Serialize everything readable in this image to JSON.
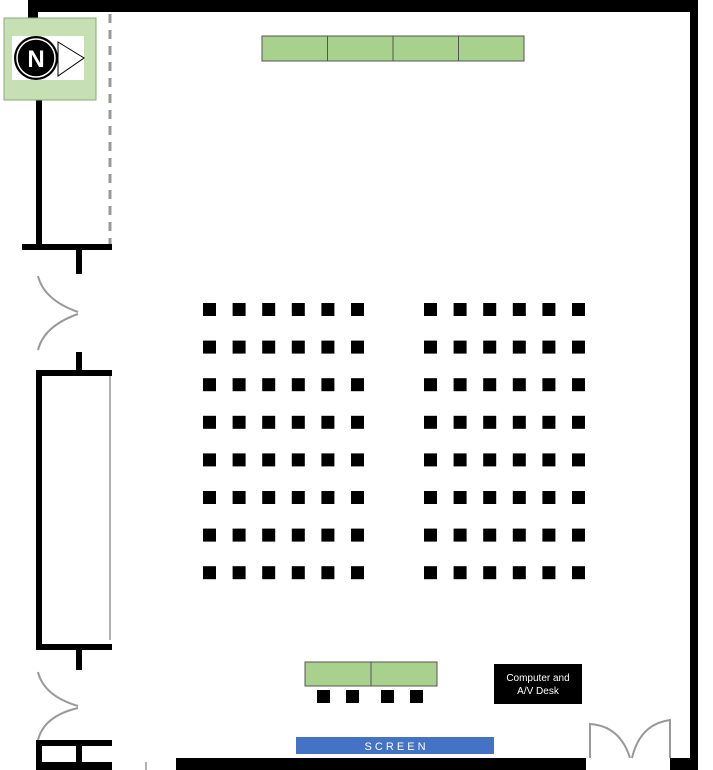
{
  "compass": {
    "letter": "N",
    "icon": "north-arrow-icon",
    "fill": "#c6e0b4"
  },
  "room": {
    "wall_color": "#000000",
    "background": "#ffffff"
  },
  "tables": {
    "fill": "#a9d18e",
    "top_row_segments": 4,
    "front_row_segments": 2
  },
  "seating": {
    "seat_color": "#000000",
    "left_block": {
      "rows": 8,
      "columns": 6
    },
    "right_block": {
      "rows": 8,
      "columns": 6
    },
    "front_row_seats": 4
  },
  "av_desk": {
    "line1": "Computer and",
    "line2": "A/V Desk",
    "fill": "#000000",
    "text_color": "#ffffff"
  },
  "screen": {
    "label": "S C R E E N",
    "fill": "#4472c4",
    "text_color": "#ffffff"
  }
}
